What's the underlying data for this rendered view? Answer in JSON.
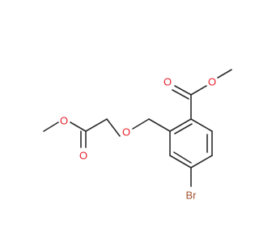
{
  "molecule": {
    "atoms": {
      "carbonyl_oxygen_top": {
        "symbol": "O",
        "color": "#e8202a"
      },
      "ester_oxygen_top": {
        "symbol": "O",
        "color": "#e8202a"
      },
      "ether_oxygen": {
        "symbol": "O",
        "color": "#e8202a"
      },
      "ester_oxygen_left": {
        "symbol": "O",
        "color": "#e8202a"
      },
      "carbonyl_oxygen_left": {
        "symbol": "O",
        "color": "#e8202a"
      },
      "bromine": {
        "symbol": "Br",
        "color": "#a0522d"
      }
    },
    "bond_color": "#2b2b2b"
  }
}
